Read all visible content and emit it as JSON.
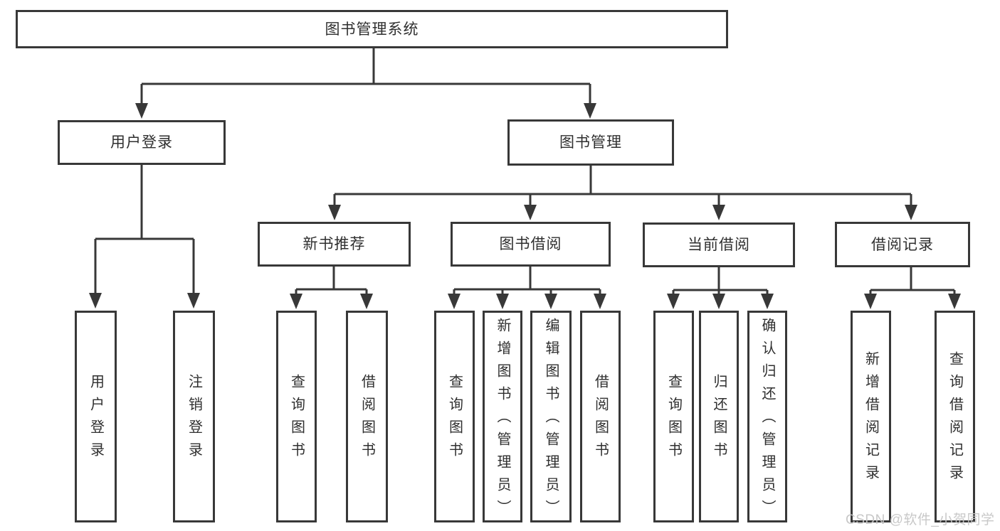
{
  "diagram": {
    "root": {
      "label": "图书管理系统"
    },
    "level2": {
      "user_login": {
        "label": "用户登录"
      },
      "book_management": {
        "label": "图书管理"
      }
    },
    "level3": {
      "new_book_recommend": {
        "label": "新书推荐"
      },
      "book_borrow": {
        "label": "图书借阅"
      },
      "current_borrow": {
        "label": "当前借阅"
      },
      "borrow_records": {
        "label": "借阅记录"
      }
    },
    "leaves": {
      "user_login": [
        "用户登录",
        "注销登录"
      ],
      "new_book_recommend": [
        "查询图书",
        "借阅图书"
      ],
      "book_borrow": [
        "查询图书",
        "新增图书（管理员）",
        "编辑图书（管理员）",
        "借阅图书"
      ],
      "current_borrow": [
        "查询图书",
        "归还图书",
        "确认归还（管理员）"
      ],
      "borrow_records": [
        "新增借阅记录",
        "查询借阅记录"
      ]
    }
  },
  "watermark": {
    "text": "CSDN @软件_小贺同学"
  },
  "colors": {
    "line": "#383838",
    "text": "#2f2f2f",
    "watermark": "#c6c6c6",
    "background": "#ffffff"
  }
}
